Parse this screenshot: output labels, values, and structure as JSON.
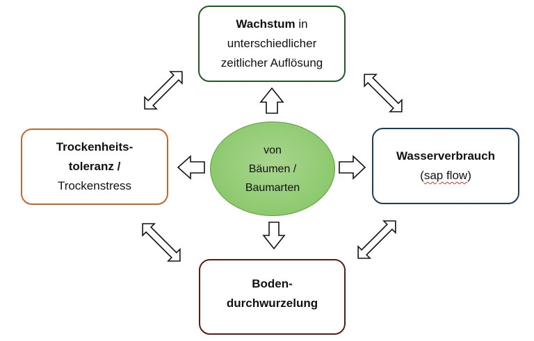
{
  "diagram": {
    "center": {
      "lines": [
        "von",
        "Bäumen /",
        "Baumarten"
      ],
      "fill_color": "#8dc96f",
      "border_color": "#5a9e3a"
    },
    "top": {
      "bold": "Wachstum",
      "rest_first_line": " in",
      "lines": [
        "unterschiedlicher",
        "zeitlicher Auflösung"
      ],
      "border_color": "#1f5a1f"
    },
    "left": {
      "bold_lines": [
        "Trockenheits-",
        "toleranz /"
      ],
      "normal_lines": [
        "Trockenstress"
      ],
      "border_color": "#c8642c"
    },
    "right": {
      "bold_lines": [
        "Wasserverbrauch"
      ],
      "paren_open": "(",
      "sap_flow": "sap flow",
      "paren_close": ")",
      "border_color": "#1c3c5c"
    },
    "bottom": {
      "bold_lines": [
        "Boden-",
        "durchwurzelung"
      ],
      "border_color": "#5a1c10"
    },
    "arrows": {
      "center_to_boxes": [
        "up",
        "left",
        "right",
        "down"
      ],
      "between_boxes": [
        "top-left",
        "top-right",
        "left-bottom",
        "right-bottom"
      ],
      "style": "hollow block arrows"
    }
  }
}
